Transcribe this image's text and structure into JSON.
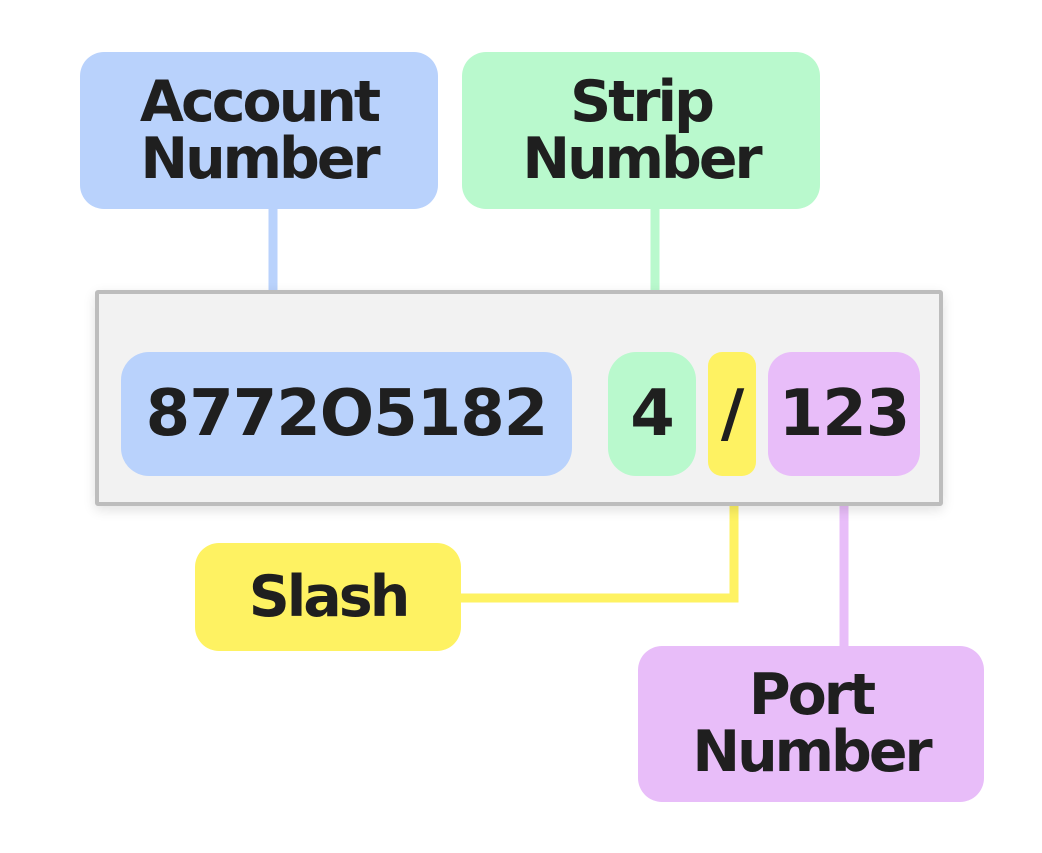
{
  "labels": {
    "account": "Account Number",
    "strip": "Strip Number",
    "slash": "Slash",
    "port": "Port Number"
  },
  "values": {
    "account": "8772O5182",
    "strip": "4",
    "slash": "/",
    "port": "123"
  },
  "colors": {
    "account": "#b9d2fc",
    "strip": "#b9f9cd",
    "slash": "#fef262",
    "port": "#e8bdf9",
    "panel_fill": "#f2f2f2",
    "panel_border": "#bdbdbd"
  }
}
